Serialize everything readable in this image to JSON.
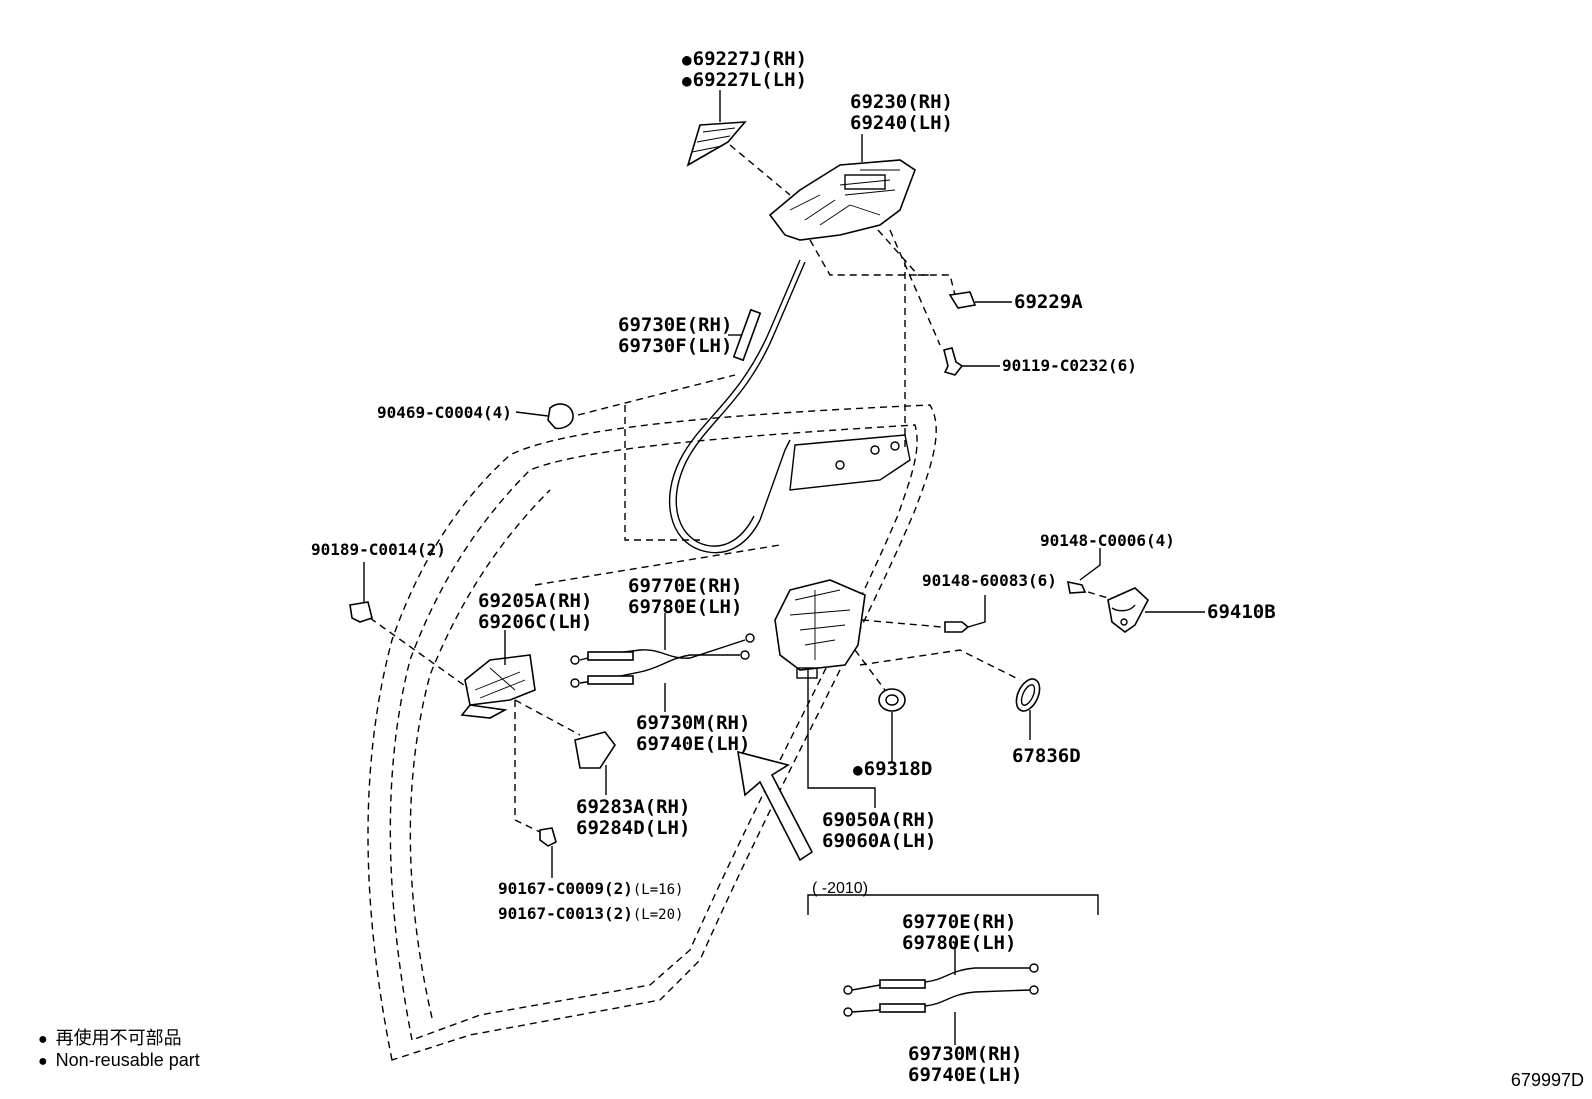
{
  "labels": {
    "p69227": {
      "lines": [
        "69227J(RH)",
        "69227L(LH)"
      ],
      "non_reusable": true
    },
    "p69230": {
      "lines": [
        "69230(RH)",
        "69240(LH)"
      ]
    },
    "p69229A": {
      "lines": [
        "69229A"
      ]
    },
    "p90119": {
      "lines": [
        "90119-C0232(6)"
      ]
    },
    "p69730E": {
      "lines": [
        "69730E(RH)",
        "69730F(LH)"
      ]
    },
    "p90469": {
      "lines": [
        "90469-C0004(4)"
      ]
    },
    "p90189": {
      "lines": [
        "90189-C0014(2)"
      ]
    },
    "p69205A": {
      "lines": [
        "69205A(RH)",
        "69206C(LH)"
      ]
    },
    "p69770E_a": {
      "lines": [
        "69770E(RH)",
        "69780E(LH)"
      ]
    },
    "p69730M_a": {
      "lines": [
        "69730M(RH)",
        "69740E(LH)"
      ]
    },
    "p90148_c": {
      "lines": [
        "90148-C0006(4)"
      ]
    },
    "p90148_6": {
      "lines": [
        "90148-60083(6)"
      ]
    },
    "p69410B": {
      "lines": [
        "69410B"
      ]
    },
    "p67836D": {
      "lines": [
        "67836D"
      ]
    },
    "p69318D": {
      "lines": [
        "69318D"
      ],
      "non_reusable": true
    },
    "p69050A": {
      "lines": [
        "69050A(RH)",
        "69060A(LH)"
      ]
    },
    "p69283A": {
      "lines": [
        "69283A(RH)",
        "69284D(LH)"
      ]
    },
    "p90167": {
      "lines": [
        "90167-C0009(2)",
        "90167-C0013(2)"
      ],
      "suffixes": [
        "(L=16)",
        "(L=20)"
      ]
    },
    "p69770E_b": {
      "lines": [
        "69770E(RH)",
        "69780E(LH)"
      ]
    },
    "p69730M_b": {
      "lines": [
        "69730M(RH)",
        "69740E(LH)"
      ]
    }
  },
  "period_note": "(    -2010)",
  "legend": {
    "jp": "再使用不可部品",
    "en": "Non-reusable part"
  },
  "doc_id": "679997D"
}
